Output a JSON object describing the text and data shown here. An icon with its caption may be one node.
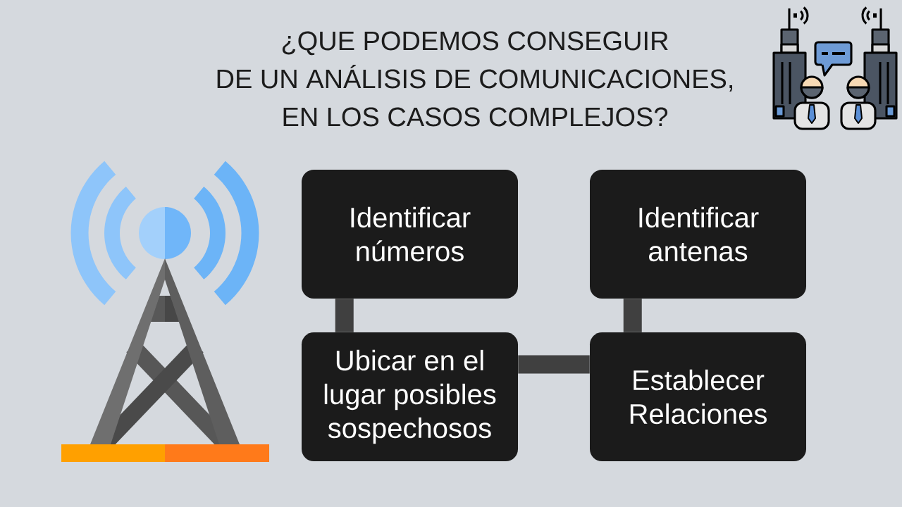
{
  "diagram": {
    "title": "¿QUE PODEMOS CONSEGUIR DE UN ANÁLISIS DE COMUNICACIONES, EN LOS CASOS COMPLEJOS?",
    "nodes": [
      {
        "text": [
          "Identificar números"
        ]
      },
      {
        "text": [
          "Identificar antenas"
        ]
      },
      {
        "text": [
          "Ubicar en el lugar posibles sospechosos"
        ]
      },
      {
        "text": [
          "Establecer Relaciones"
        ]
      }
    ],
    "edges": [
      {
        "from": 0,
        "to": 2,
        "arrow": "none"
      },
      {
        "from": 1,
        "to": 3,
        "arrow": "none"
      },
      {
        "from": 2,
        "to": 3,
        "arrow": "none"
      }
    ]
  }
}
